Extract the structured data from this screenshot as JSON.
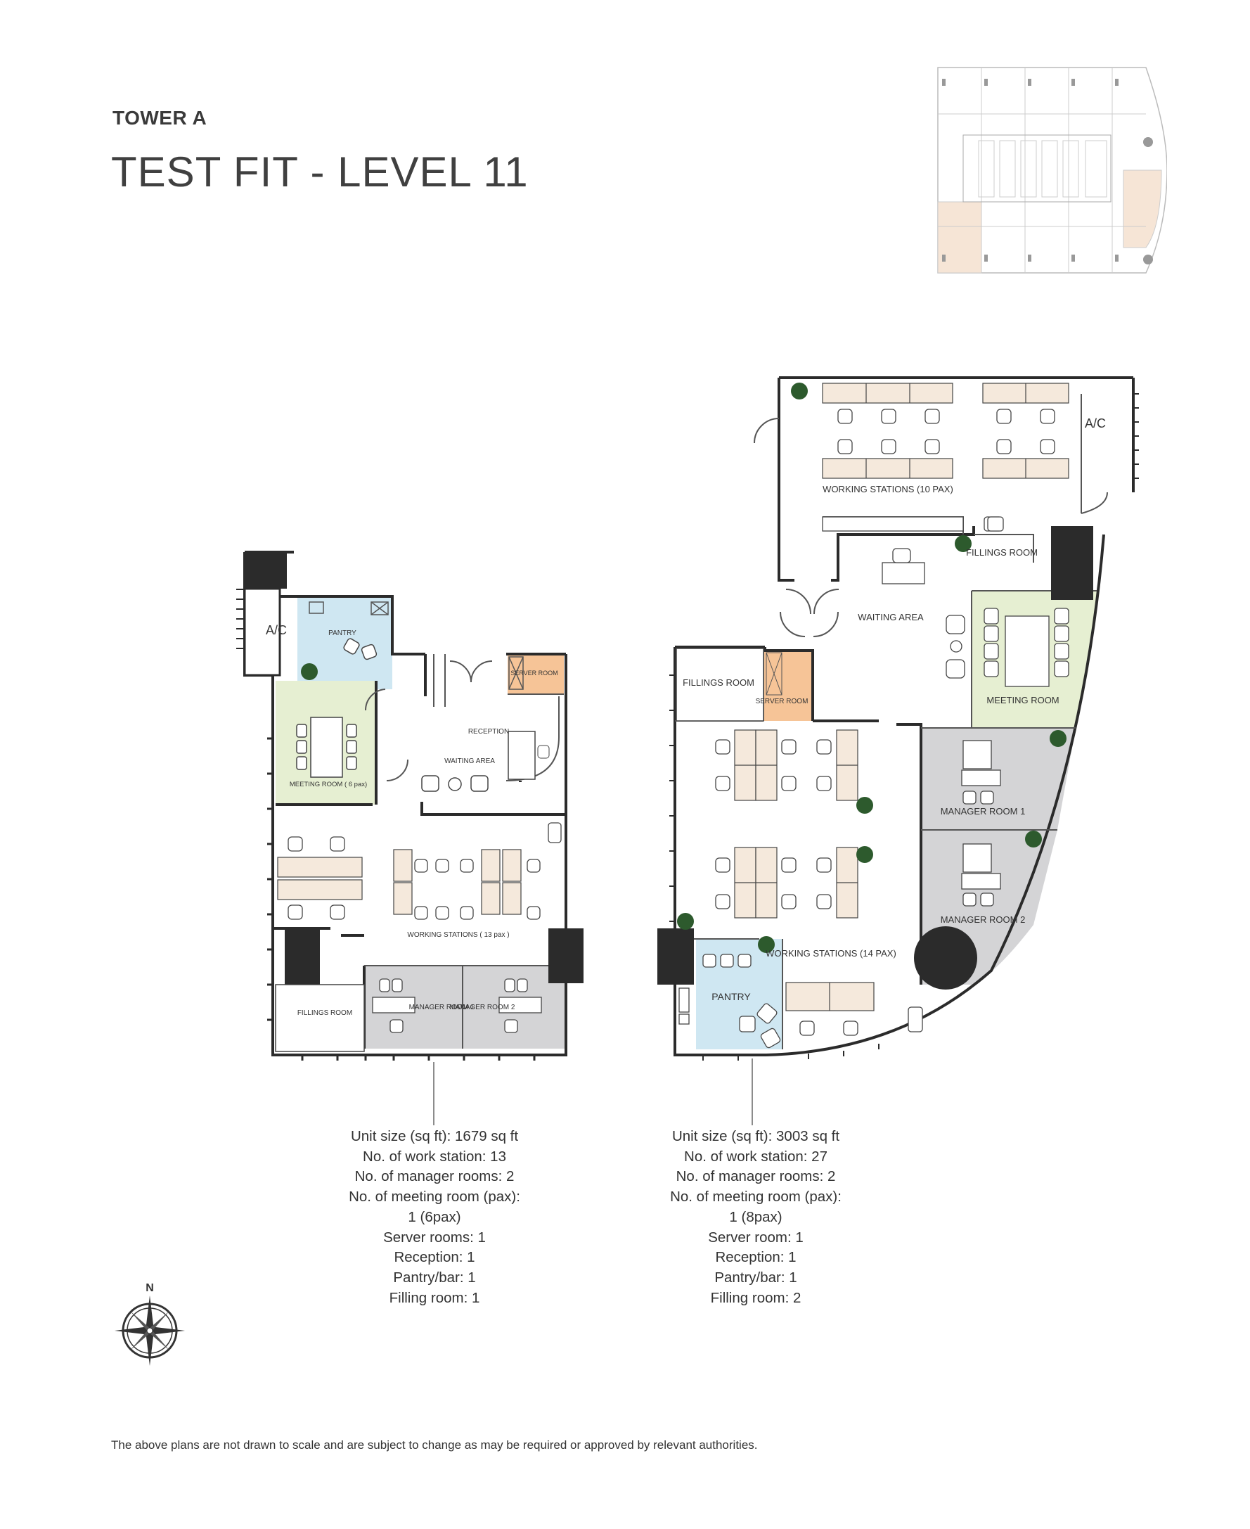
{
  "header": {
    "tower": "TOWER A",
    "title": "TEST FIT - LEVEL 11"
  },
  "colors": {
    "pantry": "#cfe7f2",
    "meeting": "#e6efd2",
    "server": "#f6c497",
    "manager": "#d4d4d6",
    "workstation_desk": "#f5e9dc",
    "wall": "#2b2b2b",
    "plant": "#2d5a2d"
  },
  "plan_a": {
    "labels": {
      "ac": "A/C",
      "pantry": "PANTRY",
      "server": "SERVER ROOM",
      "reception": "RECEPTION",
      "waiting": "WAITING AREA",
      "meeting": "MEETING ROOM ( 6 pax)",
      "workstations": "WORKING STATIONS ( 13 pax )",
      "fillings": "FILLINGS ROOM",
      "manager1": "MANAGER ROOM 1",
      "manager2": "MANAGER ROOM 2"
    },
    "specs": [
      "Unit size (sq ft): 1679 sq ft",
      "No. of work station: 13",
      "No. of manager rooms: 2",
      "No. of meeting room (pax):",
      "1 (6pax)",
      "Server rooms: 1",
      "Reception: 1",
      "Pantry/bar: 1",
      "Filling room: 1"
    ]
  },
  "plan_b": {
    "labels": {
      "ac": "A/C",
      "workstations_top": "WORKING STATIONS (10 PAX)",
      "fillings_top": "FILLINGS ROOM",
      "waiting": "WAITING AREA",
      "meeting": "MEETING ROOM",
      "fillings_left": "FILLINGS ROOM",
      "server": "SERVER ROOM",
      "manager1": "MANAGER ROOM 1",
      "manager2": "MANAGER ROOM 2",
      "workstations_bottom": "WORKING STATIONS (14 PAX)",
      "pantry": "PANTRY"
    },
    "specs": [
      "Unit size (sq ft): 3003 sq ft",
      "No. of work station: 27",
      "No. of manager rooms: 2",
      "No. of meeting room (pax):",
      "1 (8pax)",
      "Server room: 1",
      "Reception: 1",
      "Pantry/bar: 1",
      "Filling room: 2"
    ]
  },
  "compass": {
    "north": "N"
  },
  "disclaimer": "The above plans are not drawn to scale and are subject to change as may be required or approved by relevant authorities."
}
